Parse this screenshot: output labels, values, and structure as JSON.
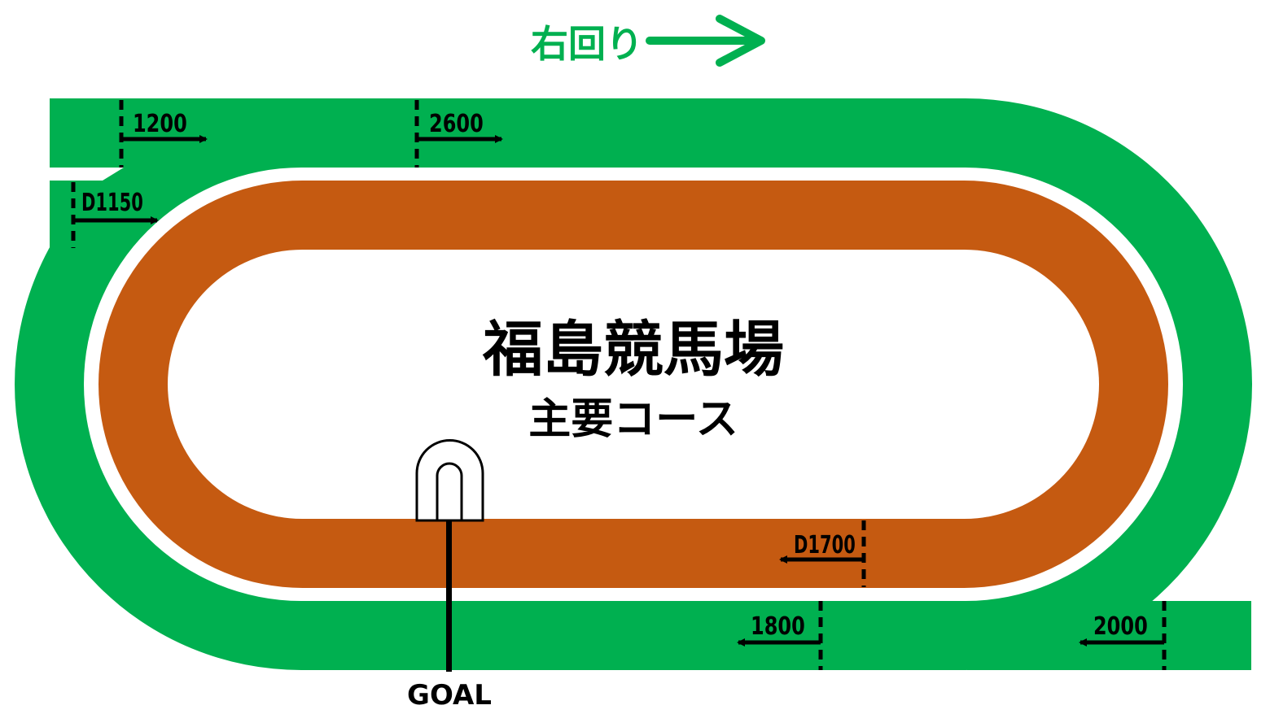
{
  "direction": {
    "label": "右回り",
    "color": "#00b050"
  },
  "title": "福島競馬場",
  "subtitle": "主要コース",
  "goal_label": "GOAL",
  "colors": {
    "turf": "#00b050",
    "dirt": "#c55a11",
    "marker": "#000000"
  },
  "markers": {
    "m1200": "1200",
    "m2600": "2600",
    "d1150": "D1150",
    "d1700": "D1700",
    "m1800": "1800",
    "m2000": "2000"
  }
}
